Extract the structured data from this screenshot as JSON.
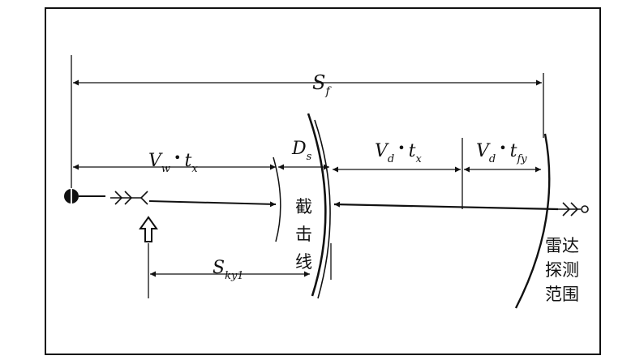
{
  "labels": {
    "sf_main": "S",
    "sf_sub": "f",
    "vw_main": "V",
    "vw_sub": "w",
    "vw_dot": "•",
    "vw_t": "t",
    "vw_tsub": "x",
    "ds_main": "D",
    "ds_sub": "s",
    "vd1_main": "V",
    "vd1_sub": "d",
    "vd1_dot": "•",
    "vd1_t": "t",
    "vd1_tsub": "x",
    "vd2_main": "V",
    "vd2_sub": "d",
    "vd2_dot": "•",
    "vd2_t": "t",
    "vd2_tsub": "fy",
    "sky_main": "S",
    "sky_sub": "ky1"
  },
  "intercept_line": [
    "截",
    "击",
    "线"
  ],
  "radar_range": [
    "雷达",
    "探测",
    "范围"
  ],
  "colors": {
    "ink": "#111111",
    "background": "#ffffff"
  },
  "icons": [
    "defended-point-icon",
    "missile-icon",
    "launch-arrow-icon",
    "target-aircraft-icon"
  ]
}
